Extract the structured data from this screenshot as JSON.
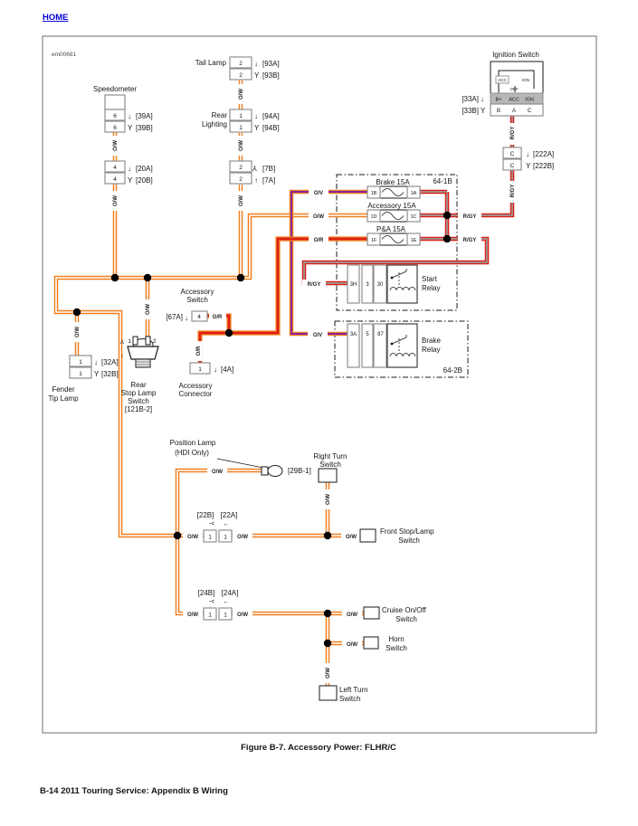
{
  "page": {
    "home": "HOME",
    "dwg": "em00681",
    "caption": "Figure B-7. Accessory Power: FLHR/C",
    "footer": "B-14  2011 Touring Service:  Appendix B Wiring"
  },
  "g": {
    "down": "↓",
    "up": "↑",
    "sock": "Y",
    "m1": "-<",
    "m2": "←"
  },
  "w": {
    "ow": "O/W",
    "ov": "O/V",
    "or": "O/R",
    "rgy": "R/GY"
  },
  "n": {
    "n1": "1",
    "n2": "2",
    "n4": "4",
    "n6": "6",
    "nc": "C"
  },
  "c": {
    "speedo": "Speedometer",
    "tail": "Tail Lamp",
    "rear": "Rear",
    "lighting": "Lighting",
    "c39a": "[39A]",
    "c39b": "[39B]",
    "c20a": "[20A]",
    "c20b": "[20B]",
    "c93a": "[93A]",
    "c93b": "[93B]",
    "c94a": "[94A]",
    "c94b": "[94B]",
    "c7b": "[7B]",
    "c7a": "[7A]",
    "ign": "Ignition Switch",
    "acc_sm": "ACC",
    "off_sm": "OFF",
    "ign_sm": "IGN",
    "bplus": "B+",
    "acc": "ACC",
    "ign_t": "IGN",
    "b": "B",
    "a": "A",
    "cc": "C",
    "c33a": "[33A]",
    "c33b": "[33B]",
    "c222a": "[222A]",
    "c222b": "[222B]",
    "blk1": "64-1B",
    "f1": "Brake 15A",
    "f1l": "1B",
    "f1r": "1A",
    "f2": "Accessory 15A",
    "f2l": "1D",
    "f2r": "1C",
    "f3": "P&A 15A",
    "f3l": "1F",
    "f3r": "1E",
    "start": "Start",
    "relay": "Relay",
    "r3h": "3H",
    "r3": "3",
    "r30": "30",
    "brake": "Brake",
    "r3a": "3A",
    "r5": "5",
    "r87": "87",
    "blk2": "64-2B",
    "accy": "Accessory",
    "sw": "Switch",
    "c67a": "[67A]",
    "c4a": "[4A]",
    "conn": "Connector",
    "stoplamp": "Stop Lamp",
    "c121": "[121B-2]",
    "fender": "Fender",
    "tiplamp": "Tip Lamp",
    "c32a": "[32A]",
    "c32b": "[32B]",
    "pos": "Position Lamp",
    "hdi": "(HDI Only)",
    "c29b": "[29B-1]",
    "rturn": "Right Turn",
    "c22b": "[22B]",
    "c22a": "[22A]",
    "fstop": "Front Stop/Lamp",
    "c24b": "[24B]",
    "c24a": "[24A]",
    "cruise": "Cruise On/Off",
    "horn": "Horn",
    "lturn": "Left Turn"
  },
  "colors": {
    "orange": "#F07E1E",
    "red": "#DD1D15",
    "violet": "#86279C",
    "gray": "#9C9C9C",
    "wire_white": "#FFFFFF",
    "link_blue": "#0000CC"
  }
}
